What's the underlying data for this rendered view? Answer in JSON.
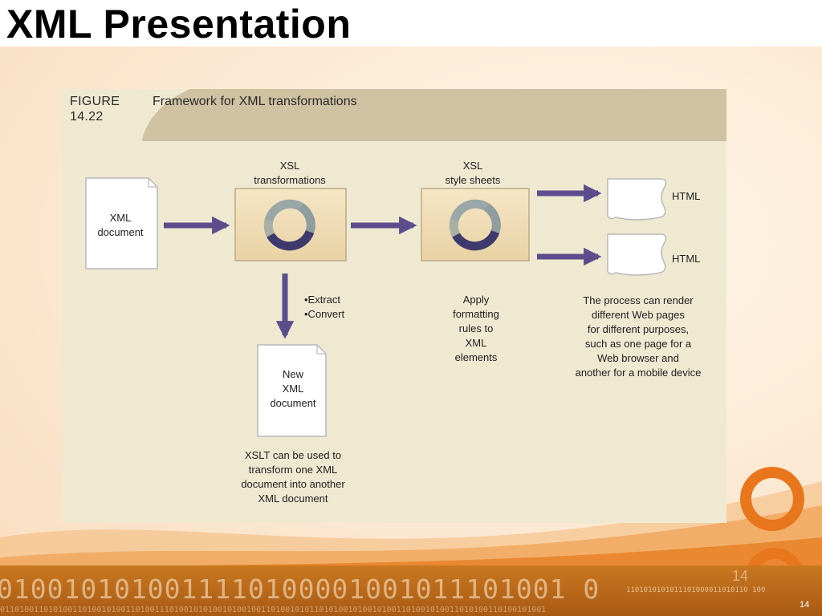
{
  "slide": {
    "title": "XML Presentation",
    "page_number": "14",
    "page_number_ghost": "14",
    "binary_strip": "0100101010011110100001001011101001 0",
    "binary_strip_small": "01101001101010011010010100110100111010010101001010010011010010101101010010100101001101001010011010100110100101001",
    "binary_strip_small2": "1101010101011101000011010110 100"
  },
  "figure": {
    "label_line1": "FIGURE",
    "label_line2": "14.22",
    "title": "Framework for XML transformations",
    "xml_document": [
      "XML",
      "document"
    ],
    "xsl_transformations": [
      "XSL",
      "transformations"
    ],
    "xsl_style_sheets": [
      "XSL",
      "style sheets"
    ],
    "outputs": [
      "HTML",
      "HTML"
    ],
    "bullets": [
      "•Extract",
      "•Convert"
    ],
    "new_xml_document": [
      "New",
      "XML",
      "document"
    ],
    "xslt_caption": [
      "XSLT can be used to",
      "transform one XML",
      "document into another",
      "XML document"
    ],
    "apply_caption": [
      "Apply",
      "formatting",
      "rules to",
      "XML",
      "elements"
    ],
    "process_caption": [
      "The process can render",
      "different Web pages",
      "for different purposes,",
      "such as one page for a",
      "Web browser and",
      "another for a mobile device"
    ]
  },
  "colors": {
    "arrow": "#5b4d8c",
    "panel": "#efe9d2",
    "header": "#cfc2a2",
    "process_box": "#f0dcb4",
    "accent_orange": "#e8761c"
  }
}
